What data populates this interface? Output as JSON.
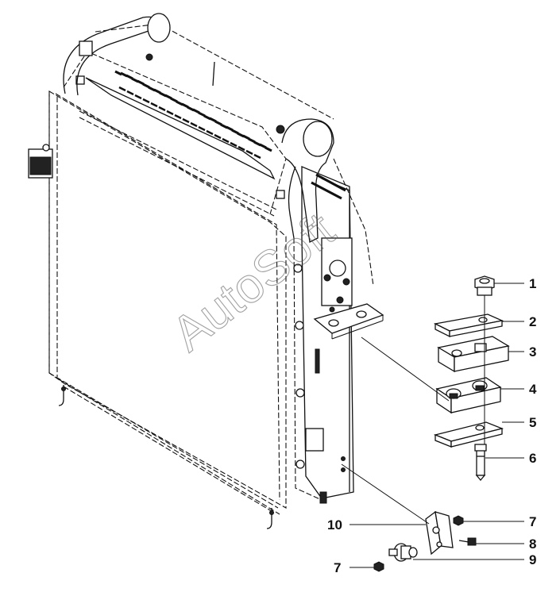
{
  "watermark": "AutoSoft",
  "callouts": [
    {
      "id": "c1",
      "label": "1"
    },
    {
      "id": "c2",
      "label": "2"
    },
    {
      "id": "c3",
      "label": "3"
    },
    {
      "id": "c4",
      "label": "4"
    },
    {
      "id": "c5",
      "label": "5"
    },
    {
      "id": "c6",
      "label": "6"
    },
    {
      "id": "c7a",
      "label": "7"
    },
    {
      "id": "c8",
      "label": "8"
    },
    {
      "id": "c9",
      "label": "9"
    },
    {
      "id": "c10",
      "label": "10"
    },
    {
      "id": "c7b",
      "label": "7"
    }
  ]
}
